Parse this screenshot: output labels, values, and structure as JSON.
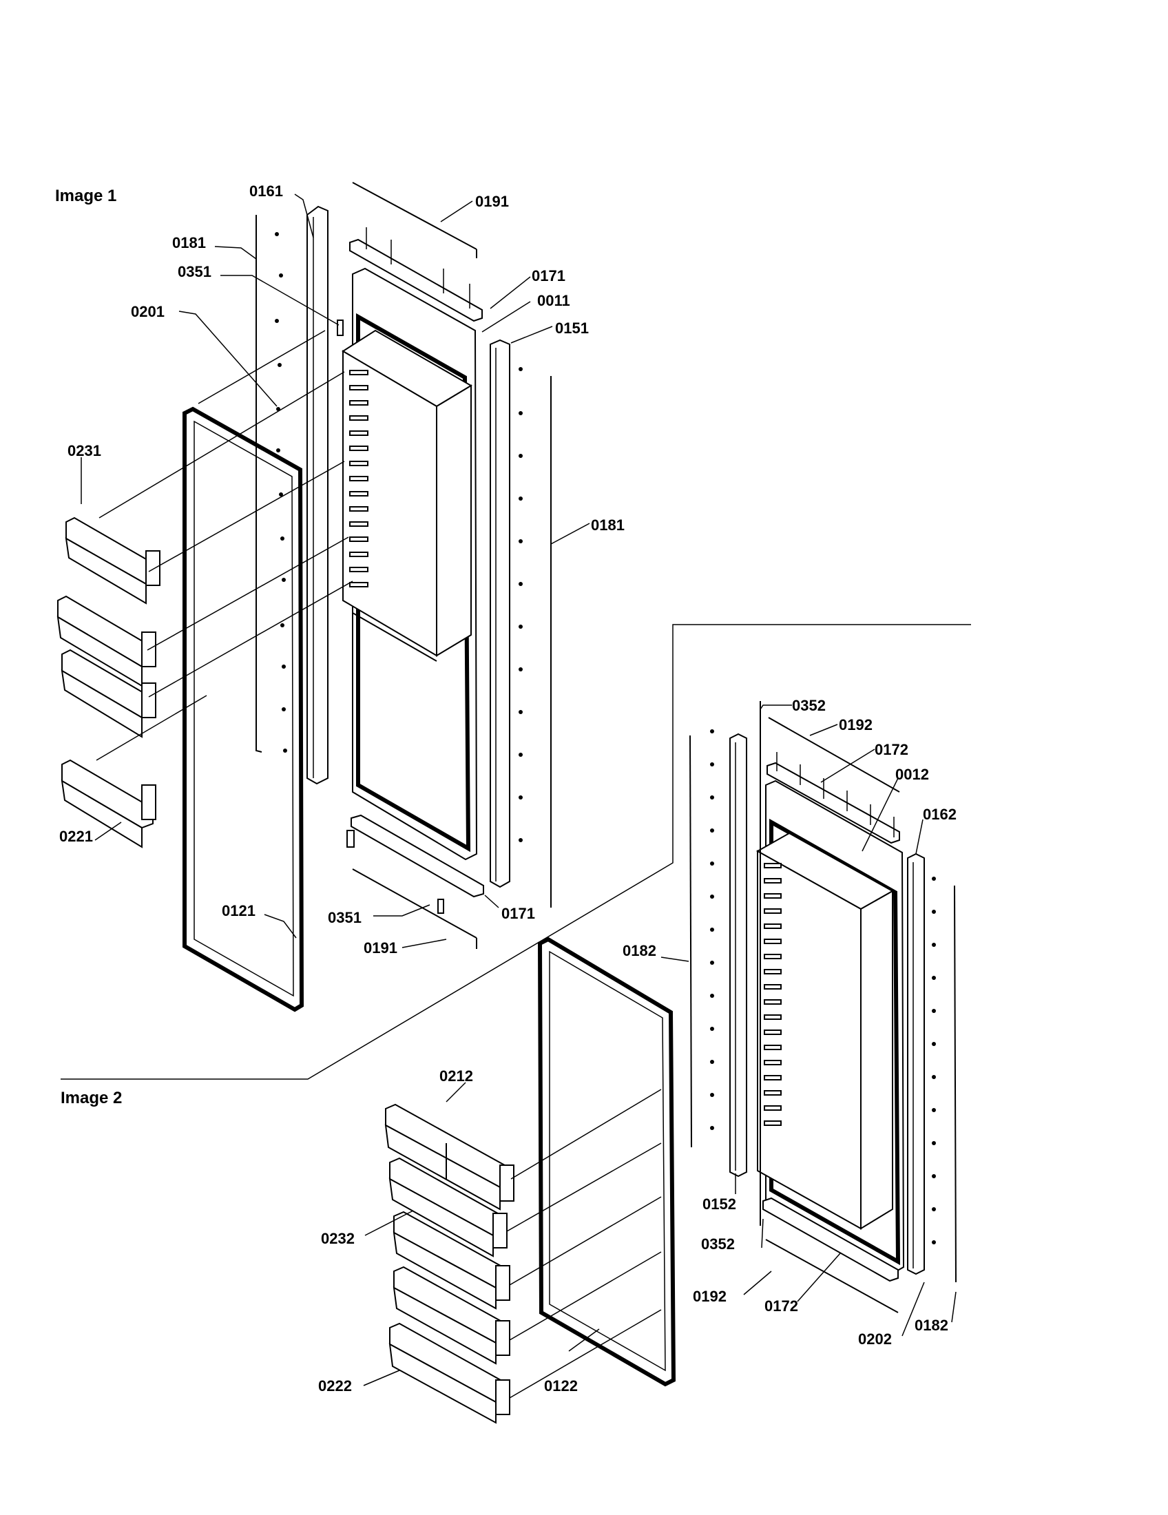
{
  "titles": {
    "image1": "Image 1",
    "image2": "Image 2"
  },
  "image1_labels": {
    "p0161": "0161",
    "p0191_top": "0191",
    "p0181_left": "0181",
    "p0351_top": "0351",
    "p0171_top": "0171",
    "p0011": "0011",
    "p0201": "0201",
    "p0151": "0151",
    "p0231": "0231",
    "p0181_right": "0181",
    "p0221": "0221",
    "p0121": "0121",
    "p0351_bottom": "0351",
    "p0171_bottom": "0171",
    "p0191_bottom": "0191"
  },
  "image2_labels": {
    "p0352_top": "0352",
    "p0192_top": "0192",
    "p0172_top": "0172",
    "p0012": "0012",
    "p0162": "0162",
    "p0182_left": "0182",
    "p0212": "0212",
    "p0232": "0232",
    "p0152": "0152",
    "p0352_bottom": "0352",
    "p0192_bottom": "0192",
    "p0172_bottom": "0172",
    "p0202": "0202",
    "p0182_right": "0182",
    "p0222": "0222",
    "p0122": "0122"
  }
}
